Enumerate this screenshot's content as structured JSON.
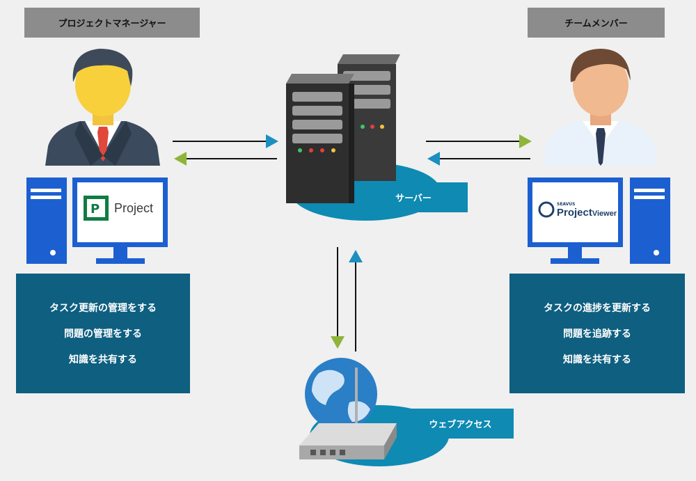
{
  "roles": {
    "manager": "プロジェクトマネージャー",
    "member": "チームメンバー"
  },
  "manager_tasks": [
    "タスク更新の管理をする",
    "問題の管理をする",
    "知識を共有する"
  ],
  "member_tasks": [
    "タスクの進捗を更新する",
    "問題を追跡する",
    "知識を共有する"
  ],
  "server_label": "サーバー",
  "web_label": "ウェブアクセス",
  "apps": {
    "project": "Project",
    "viewer_brand": "Project",
    "viewer_sub": "Viewer",
    "viewer_top": "SEAVUS"
  },
  "colors": {
    "dark_blue": "#0e5f80",
    "label_blue": "#0e8ab3",
    "monitor_blue": "#1c5fd1",
    "arrow_teal": "#1c8fc0",
    "arrow_green": "#8db53a"
  }
}
